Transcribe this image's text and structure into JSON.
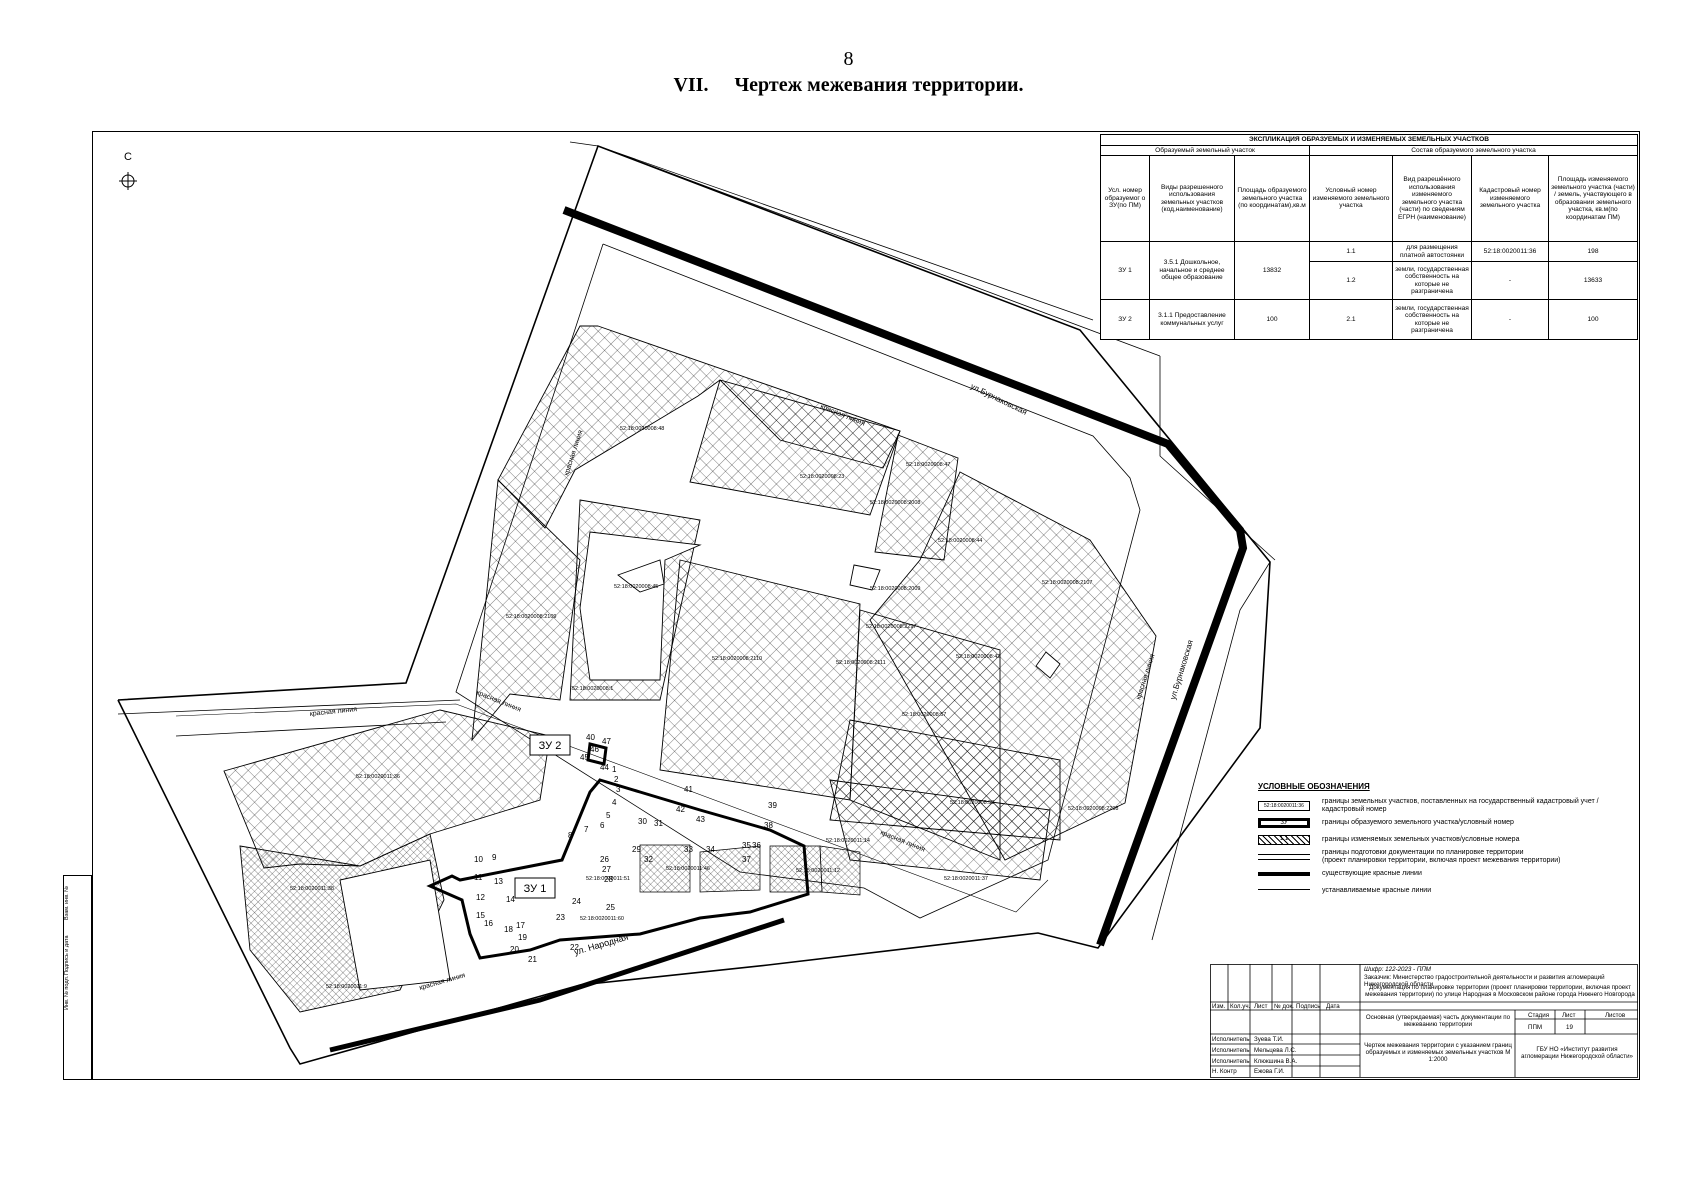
{
  "page": {
    "number": "8",
    "section_num": "VII.",
    "section_title": "Чертеж межевания территории."
  },
  "map": {
    "north": "С",
    "streets": {
      "burnakovskaya": "ул.Бурнаковская",
      "narodnaya": "ул. Народная",
      "krasnaya_liniya": "красная линия"
    },
    "parcels": [
      {
        "id": "p48",
        "label": "52:18:0020008:48"
      },
      {
        "id": "p23",
        "label": "52:18:0020008:23"
      },
      {
        "id": "p47",
        "label": "52:18:0020008:47"
      },
      {
        "id": "p2008",
        "label": "52:18:0020008:2008"
      },
      {
        "id": "p44",
        "label": "52:18:0020008:44"
      },
      {
        "id": "p2107",
        "label": "52:18:0020008:2107"
      },
      {
        "id": "p2009",
        "label": "52:18:0020008:2009"
      },
      {
        "id": "p2109",
        "label": "52:18:0020008:2109"
      },
      {
        "id": "p45",
        "label": "52:18:0020008:45"
      },
      {
        "id": "p2110",
        "label": "52:18:0020008:2110"
      },
      {
        "id": "p2297",
        "label": "52:18:0020008:2297"
      },
      {
        "id": "p42",
        "label": "52:18:0020008:42"
      },
      {
        "id": "p2111",
        "label": "52:18:0020008:2111"
      },
      {
        "id": "p1",
        "label": "52:18:0020008:1"
      },
      {
        "id": "p57",
        "label": "52:18:0020008:57"
      },
      {
        "id": "p53",
        "label": "52:18:0020008:53"
      },
      {
        "id": "p2298",
        "label": "52:18:0020008:2298"
      },
      {
        "id": "p36",
        "label": "52:18:0020011:36"
      },
      {
        "id": "p38",
        "label": "52:18:0020011:38"
      },
      {
        "id": "p9",
        "label": "52:18:0020011:9"
      },
      {
        "id": "p37",
        "label": "52:18:0020011:37"
      },
      {
        "id": "p12",
        "label": "52:18:0020011:12"
      },
      {
        "id": "p14",
        "label": "52:18:0020011:14"
      },
      {
        "id": "p46",
        "label": "52:18:0020011:46"
      },
      {
        "id": "p51",
        "label": "52:18:0020011:51"
      },
      {
        "id": "p60",
        "label": "52:18:0020011:60"
      }
    ],
    "zu": {
      "zu1": "ЗУ 1",
      "zu2": "ЗУ 2"
    },
    "points": [
      "1",
      "2",
      "3",
      "4",
      "5",
      "6",
      "7",
      "8",
      "9",
      "10",
      "11",
      "12",
      "13",
      "14",
      "15",
      "16",
      "17",
      "18",
      "19",
      "20",
      "21",
      "22",
      "23",
      "24",
      "25",
      "26",
      "27",
      "28",
      "29",
      "30",
      "31",
      "32",
      "33",
      "34",
      "35",
      "36",
      "37",
      "38",
      "39",
      "40",
      "41",
      "42",
      "43",
      "44",
      "45",
      "46",
      "47"
    ]
  },
  "table": {
    "title": "ЭКСПЛИКАЦИЯ ОБРАЗУЕМЫХ И ИЗМЕНЯЕМЫХ ЗЕМЕЛЬНЫХ УЧАСТКОВ",
    "group1": "Образуемый земельный участок",
    "group2": "Состав образуемого земельного участка",
    "h1": "Усл. номер образуемог о ЗУ(по ПМ)",
    "h2": "Виды разрешенного использования земельных участков (код,наименование)",
    "h3": "Площадь образуемого земельного участка (по координатам),кв.м",
    "h4": "Условный номер изменяемого земельного участка",
    "h5": "Вид разрешённого использования изменяемого земельного участка (части) по сведениям ЕГРН (наименование)",
    "h6": "Кадастровый номер изменяемого земельного участка",
    "h7": "Площадь изменяемого земельного участка (части) / земель, участвующего в образовании земельного участка, кв.м(по координатам ПМ)",
    "r1": {
      "zu": "ЗУ 1",
      "vid": "3.5.1 Дошкольное, начальное и среднее общее образование",
      "area": "13832",
      "a_num": "1.1",
      "a_vid": "для размещения платной автостоянки",
      "a_kad": "52:18:0020011:36",
      "a_area": "198",
      "b_num": "1.2",
      "b_vid": "земли, государственная собственность на которые не разграничена",
      "b_kad": "-",
      "b_area": "13633"
    },
    "r2": {
      "zu": "ЗУ 2",
      "vid": "3.1.1 Предоставление коммунальных услуг",
      "area": "100",
      "num": "2.1",
      "n_vid": "земли, государственная собственность на которые не разграничена",
      "kad": "-",
      "n_area": "100"
    }
  },
  "legend": {
    "title": "УСЛОВНЫЕ ОБОЗНАЧЕНИЯ",
    "items": [
      {
        "text": "границы земельных участков, поставленных на государственный кадастровый учет /\nкадастровый номер",
        "sample": "52:18:0020011:36"
      },
      {
        "text": "границы образуемого земельного участка/условный номер",
        "sample": "ЗУ"
      },
      {
        "text": "границы изменяемых земельных участков/условные номера",
        "sample": "1.1"
      },
      {
        "text": "границы подготовки документации по планировке территории\n(проект планировки территории, включая проект межевания территории)",
        "sample": ""
      },
      {
        "text": "существующие красные линии",
        "sample": ""
      },
      {
        "text": "устанавливаемые красные линии",
        "sample": ""
      }
    ]
  },
  "stamp": {
    "code": "Шифр: 122-2023 - ППМ",
    "customer": "Заказчик: Министерство градостроительной деятельности и развития агломераций Нижегородской области",
    "project": "Документация по планировке территории (проект планировки территории, включая проект межевания территории) по улице Народная в Московском районе города Нижнего Новгорода",
    "h_izm": "Изм.",
    "h_kol": "Кол.уч.",
    "h_list": "Лист",
    "h_doc": "№ док.",
    "h_sign": "Подпись",
    "h_date": "Дата",
    "role1": "Исполнитель",
    "name1": "Зуева Т.И.",
    "role2": "Исполнитель",
    "name2": "Мельцева Л.С.",
    "role3": "Исполнитель",
    "name3": "Клюкшина В.А.",
    "role4": "Н. Контр",
    "name4": "Ежова Г.И.",
    "part": "Основная (утверждаемая) часть документации по межеванию территории",
    "h_stage": "Стадия",
    "h_sheet": "Лист",
    "h_sheets": "Листов",
    "stage": "ППМ",
    "sheet": "19",
    "sheets": "",
    "drawing": "Чертеж межевания территории с указанием границ образуемых и изменяемых земельных участков М 1:2000",
    "org": "ГБУ НО «Институт развития агломерации Нижегородской области»"
  },
  "side": {
    "inv": "Инв. № подл.",
    "sign": "Подпись и дата",
    "vzam": "Взам. инв. №"
  }
}
